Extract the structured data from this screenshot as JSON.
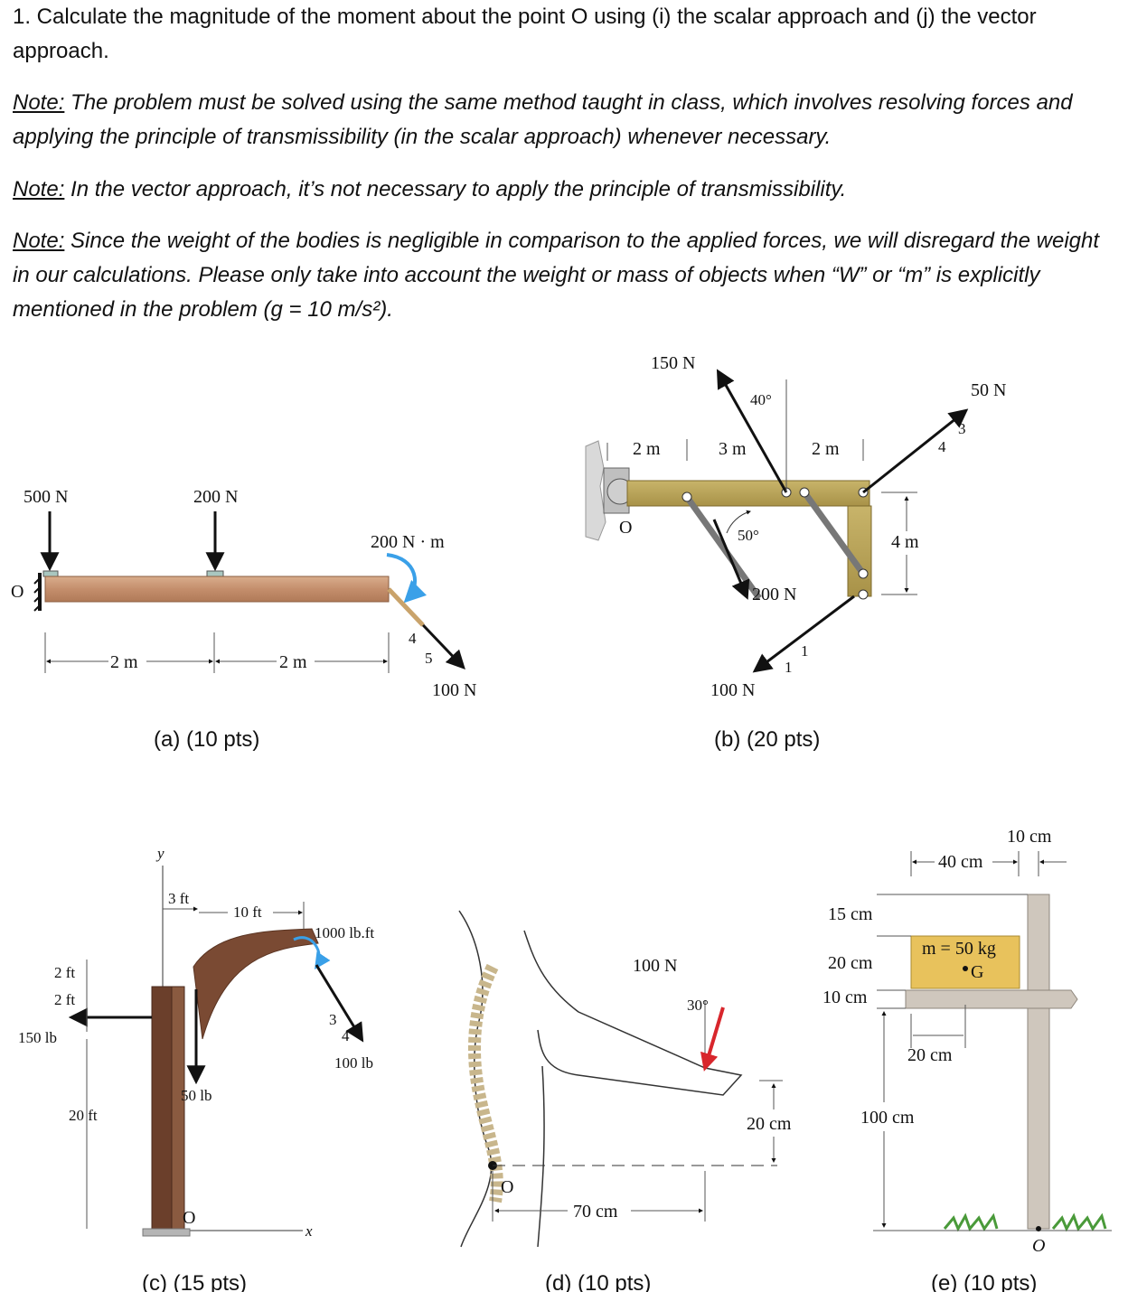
{
  "problem": {
    "statement": "1. Calculate the magnitude of the moment about the point O using (i) the scalar approach and (j) the vector approach.",
    "notes": [
      {
        "prefix": "Note:",
        "text": " The problem must be solved using the same method taught in class, which involves resolving forces and applying the principle of transmissibility (in the scalar approach) whenever necessary."
      },
      {
        "prefix": "Note:",
        "text": " In the vector approach, it’s not necessary to apply the principle of transmissibility."
      },
      {
        "prefix": "Note:",
        "text": " Since the weight of the bodies is negligible in comparison to the applied forces, we will disregard the weight in our calculations. Please only take into account the weight or mass of objects when “W” or “m” is explicitly mentioned in the problem (g = 10 m/s²)."
      }
    ]
  },
  "figures": {
    "a": {
      "caption": "(a)  (10 pts)",
      "force_left": "500 N",
      "force_mid": "200 N",
      "couple": "200 N · m",
      "force_end": "100 N",
      "dim1": "2 m",
      "dim2": "2 m",
      "point": "O",
      "slope_a": "4",
      "slope_b": "5"
    },
    "b": {
      "caption": "(b)  (20 pts)",
      "force_150": "150 N",
      "angle_40": "40°",
      "force_50": "50 N",
      "dim_2m_a": "2 m",
      "dim_3m": "3 m",
      "dim_2m_b": "2 m",
      "dim_4m": "4 m",
      "angle_50": "50°",
      "force_200": "200 N",
      "force_100": "100 N",
      "point": "O",
      "slope_3": "3",
      "slope_4": "4",
      "slope_1a": "1",
      "slope_1b": "1"
    },
    "c": {
      "caption": "(c)  (15 pts)",
      "axis_y": "y",
      "axis_x": "x",
      "dim_3ft": "3 ft",
      "dim_10ft": "10 ft",
      "couple": "1000 lb.ft",
      "dim_2ft_a": "2 ft",
      "dim_2ft_b": "2 ft",
      "force_150": "150 lb",
      "force_50": "50 lb",
      "force_100": "100 lb",
      "dim_20ft": "20 ft",
      "point": "O",
      "slope_3": "3",
      "slope_4": "4"
    },
    "d": {
      "caption": "(d)  (10 pts)",
      "force": "100 N",
      "angle": "30°",
      "dim_20cm": "20 cm",
      "dim_70cm": "70 cm",
      "point": "O"
    },
    "e": {
      "caption": "(e)  (10 pts)",
      "dim_10cm_top": "10 cm",
      "dim_40cm": "40 cm",
      "dim_15cm": "15 cm",
      "mass": "m = 50 kg",
      "cg": "G",
      "dim_20cm_a": "20 cm",
      "dim_10cm": "10 cm",
      "dim_20cm_b": "20 cm",
      "dim_100cm": "100 cm",
      "point": "O"
    }
  }
}
